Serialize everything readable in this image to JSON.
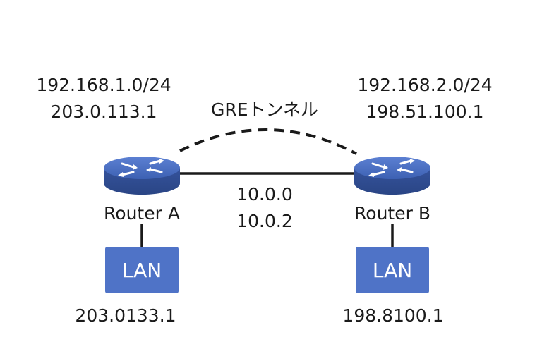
{
  "router_a": {
    "subnet": "192.168.1.0/24",
    "public_ip": "203.0.113.1",
    "name": "Router A",
    "lan_label": "LAN",
    "lan_ip": "203.0133.1"
  },
  "router_b": {
    "subnet": "192.168.2.0/24",
    "public_ip": "198.51.100.1",
    "name": "Router B",
    "lan_label": "LAN",
    "lan_ip": "198.8100.1"
  },
  "tunnel": {
    "label": "GREトンネル",
    "ip_a": "10.0.0",
    "ip_b": "10.0.2"
  },
  "colors": {
    "router_fill": "#3f63b5",
    "lan_fill": "#4f73c7",
    "line": "#1a1a1a"
  }
}
